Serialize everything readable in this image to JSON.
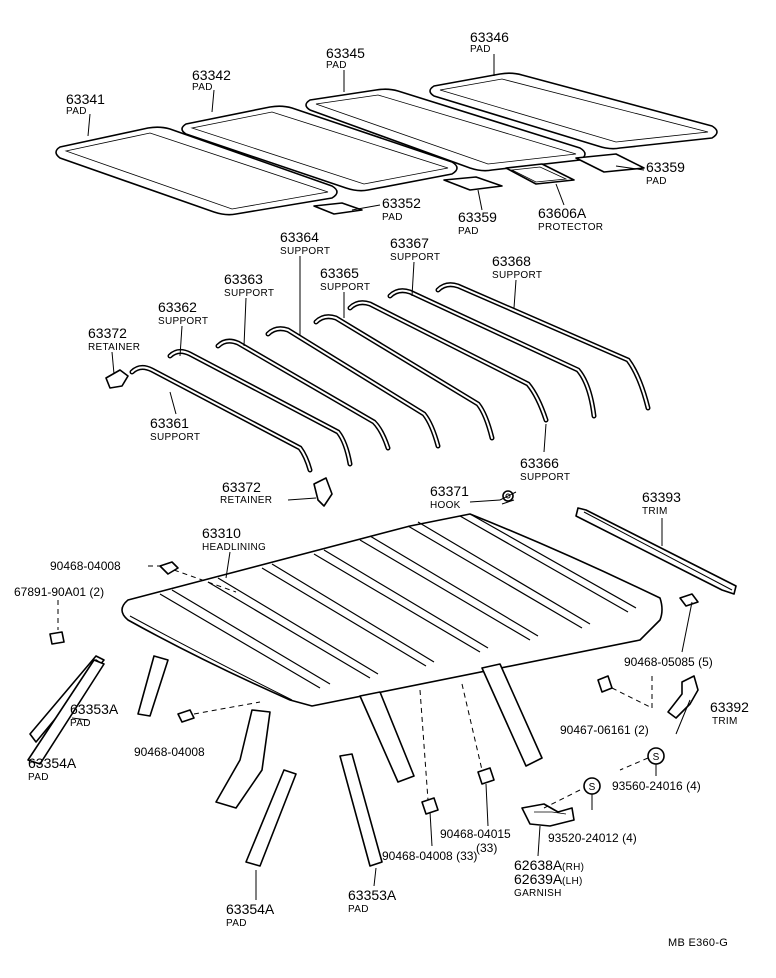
{
  "labels": {
    "l63341": {
      "number": "63341",
      "name": "PAD"
    },
    "l63342": {
      "number": "63342",
      "name": "PAD"
    },
    "l63345": {
      "number": "63345",
      "name": "PAD"
    },
    "l63346": {
      "number": "63346",
      "name": "PAD"
    },
    "l63359a": {
      "number": "63359",
      "name": "PAD"
    },
    "l63352": {
      "number": "63352",
      "name": "PAD"
    },
    "l63359b": {
      "number": "63359",
      "name": "PAD"
    },
    "l63606a": {
      "number": "63606A",
      "name": "PROTECTOR"
    },
    "l63364": {
      "number": "63364",
      "name": "SUPPORT"
    },
    "l63367": {
      "number": "63367",
      "name": "SUPPORT"
    },
    "l63368": {
      "number": "63368",
      "name": "SUPPORT"
    },
    "l63363": {
      "number": "63363",
      "name": "SUPPORT"
    },
    "l63365": {
      "number": "63365",
      "name": "SUPPORT"
    },
    "l63362": {
      "number": "63362",
      "name": "SUPPORT"
    },
    "l63372a": {
      "number": "63372",
      "name": "RETAINER"
    },
    "l63361": {
      "number": "63361",
      "name": "SUPPORT"
    },
    "l63366": {
      "number": "63366",
      "name": "SUPPORT"
    },
    "l63372b": {
      "number": "63372",
      "name": "RETAINER"
    },
    "l63371": {
      "number": "63371",
      "name": "HOOK"
    },
    "l63393": {
      "number": "63393",
      "name": "TRIM"
    },
    "l63310": {
      "number": "63310",
      "name": "HEADLINING"
    },
    "l90468_04008a": {
      "number": "90468-04008"
    },
    "l67891": {
      "number": "67891-90A01 (2)"
    },
    "l90468_05085": {
      "number": "90468-05085 (5)"
    },
    "l90467_06161": {
      "number": "90467-06161 (2)"
    },
    "l63392": {
      "number": "63392",
      "name": "TRIM"
    },
    "l63353a_top": {
      "number": "63353A",
      "name": "PAD"
    },
    "l63354a_top": {
      "number": "63354A",
      "name": "PAD"
    },
    "l90468_04008b": {
      "number": "90468-04008"
    },
    "l93560": {
      "number": "93560-24016 (4)"
    },
    "l93520": {
      "number": "93520-24012 (4)"
    },
    "l90468_04015": {
      "number": "90468-04015",
      "qty": "(33)"
    },
    "l90468_04008c": {
      "number": "90468-04008 (33)"
    },
    "l62638": {
      "number": "62638A",
      "suffix": "(RH)"
    },
    "l62639": {
      "number": "62639A",
      "suffix": "(LH)"
    },
    "l62639_name": {
      "name": "GARNISH"
    },
    "l63354a_bot": {
      "number": "63354A",
      "name": "PAD"
    },
    "l63353a_bot": {
      "number": "63353A",
      "name": "PAD"
    }
  },
  "symbols": {
    "clip_letter": "S"
  },
  "footer": {
    "code": "MB  E360-G"
  }
}
